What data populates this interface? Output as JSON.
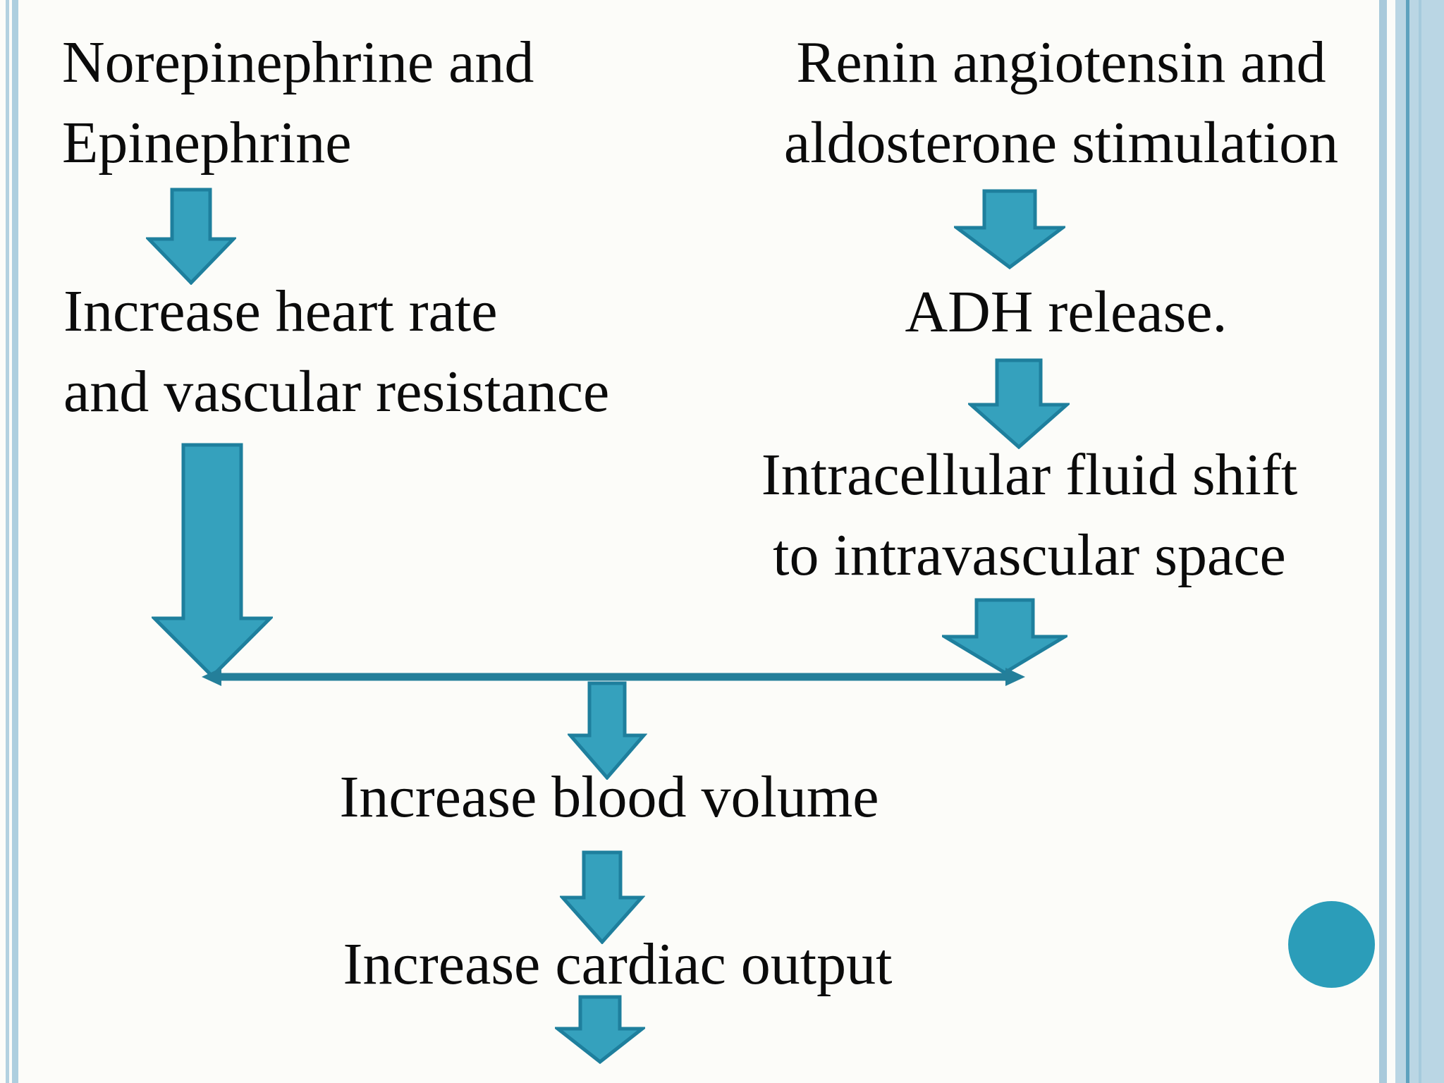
{
  "slide": {
    "background": "#fcfcf9",
    "text_color": "#0b0b0b",
    "arrow_fill": "#35a1bd",
    "arrow_stroke": "#1e7f9d",
    "connector_color": "#247f9a",
    "circle_color": "#2b9db9",
    "border_stripe_thin": "#b3d1e0",
    "border_stripe_wide": "#aecfdf",
    "border_right_stripe": "#a9cadb",
    "border_right_band": "#bad6e4",
    "border_right_line": "#5ea2be"
  },
  "diagram": {
    "left_column": {
      "node1": {
        "line1": "Norepinephrine and",
        "line2": "Epinephrine"
      },
      "node2": {
        "line1": "Increase heart rate",
        "line2": "and vascular resistance"
      }
    },
    "right_column": {
      "node1": {
        "line1": "Renin angiotensin and",
        "line2": "aldosterone stimulation"
      },
      "node2": {
        "text": "ADH release."
      },
      "node3": {
        "line1": "Intracellular fluid shift",
        "line2": "to intravascular space"
      }
    },
    "center_column": {
      "node1": {
        "text": "Increase blood volume"
      },
      "node2": {
        "text": "Increase cardiac output"
      }
    }
  }
}
